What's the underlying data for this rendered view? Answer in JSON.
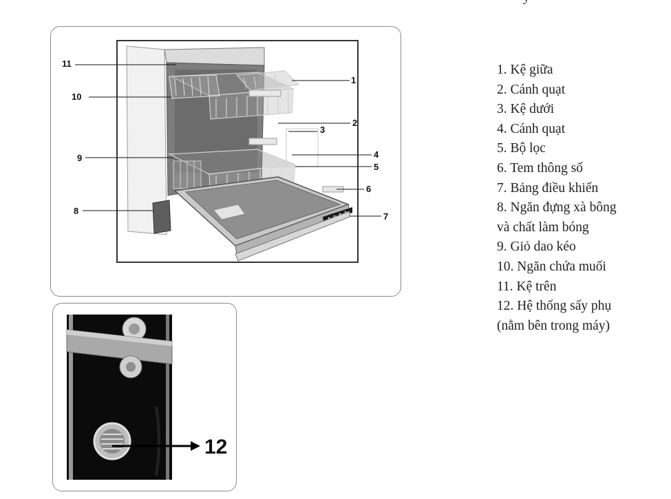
{
  "legend": [
    "1. Kệ giữa",
    "2. Cánh quạt",
    "3. Kệ dưới",
    "4. Cánh quạt",
    "5. Bộ lọc",
    "6. Tem thông số",
    "7. Bảng điều khiển",
    "8. Ngăn đựng xà bông",
    "và chất làm bóng",
    "9. Giỏ dao kéo",
    "10. Ngăn chứa muối",
    "11. Kệ trên",
    "12. Hệ thống sấy phụ",
    "(nằm bên trong máy)"
  ],
  "callouts": {
    "c1": "1",
    "c2": "2",
    "c3": "3",
    "c4": "4",
    "c5": "5",
    "c6": "6",
    "c7": "7",
    "c8": "8",
    "c9": "9",
    "c10": "10",
    "c11": "11",
    "c12": "12"
  },
  "top_fragment": "y"
}
